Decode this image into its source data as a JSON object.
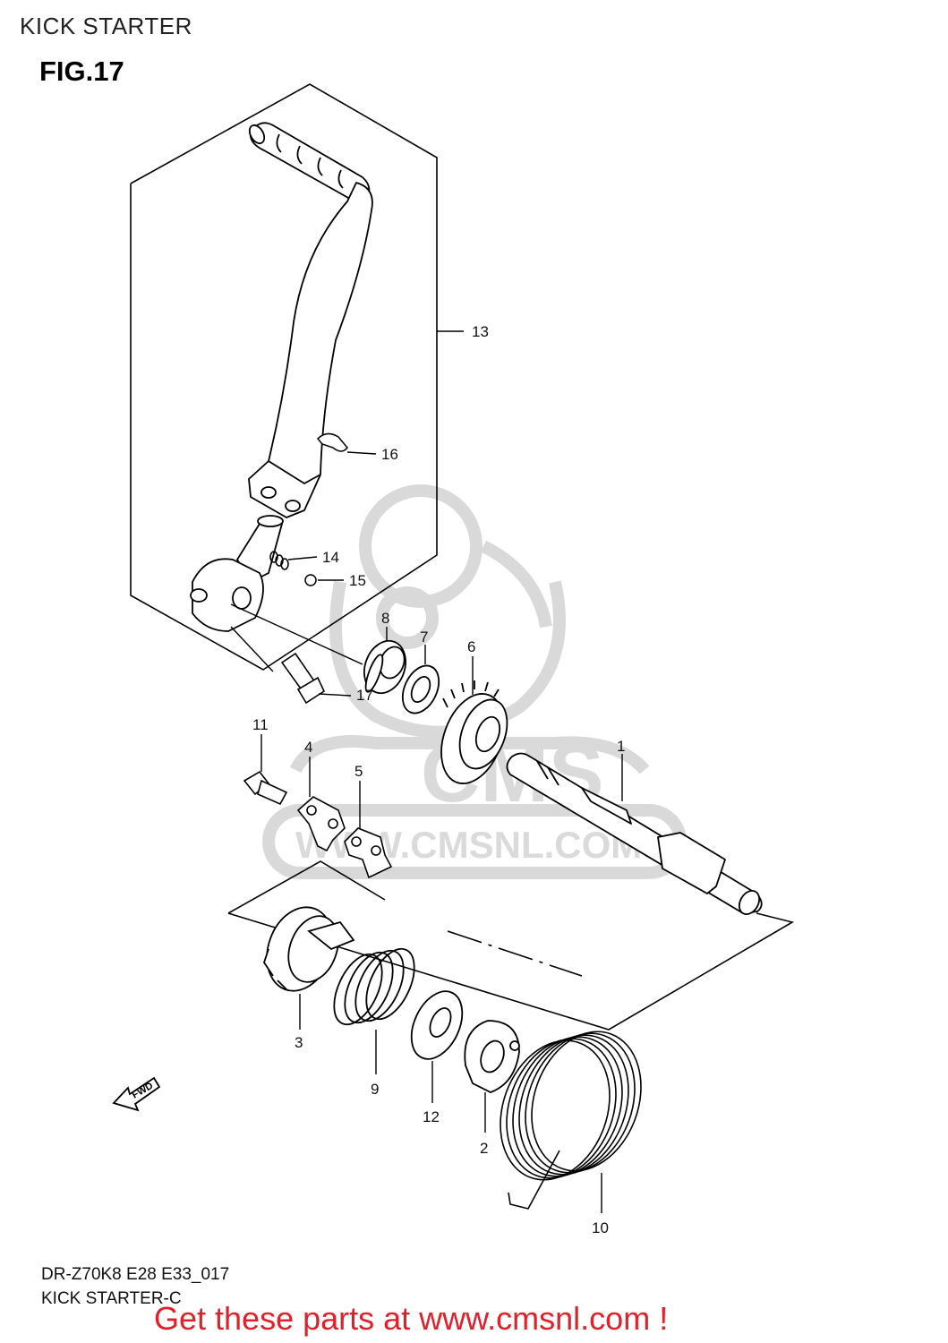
{
  "header": {
    "title": "KICK STARTER",
    "figure": "FIG.17"
  },
  "watermark": {
    "brand": "CMS",
    "url": "WWW.CMSNL.COM"
  },
  "fwd_marker": {
    "label": "FWD",
    "icon": "forward-arrow-icon"
  },
  "callouts": {
    "p1": "1",
    "p2": "2",
    "p3": "3",
    "p4": "4",
    "p5": "5",
    "p6": "6",
    "p7": "7",
    "p8": "8",
    "p9": "9",
    "p10": "10",
    "p11": "11",
    "p12": "12",
    "p13": "13",
    "p14": "14",
    "p15": "15",
    "p16": "16",
    "p17": "17"
  },
  "footer": {
    "code": "DR-Z70K8 E28 E33_017",
    "name": "KICK STARTER-C",
    "cta": "Get these parts at www.cmsnl.com !"
  },
  "colors": {
    "line": "#000000",
    "watermark": "#dadada",
    "cta": "#e0202a"
  }
}
